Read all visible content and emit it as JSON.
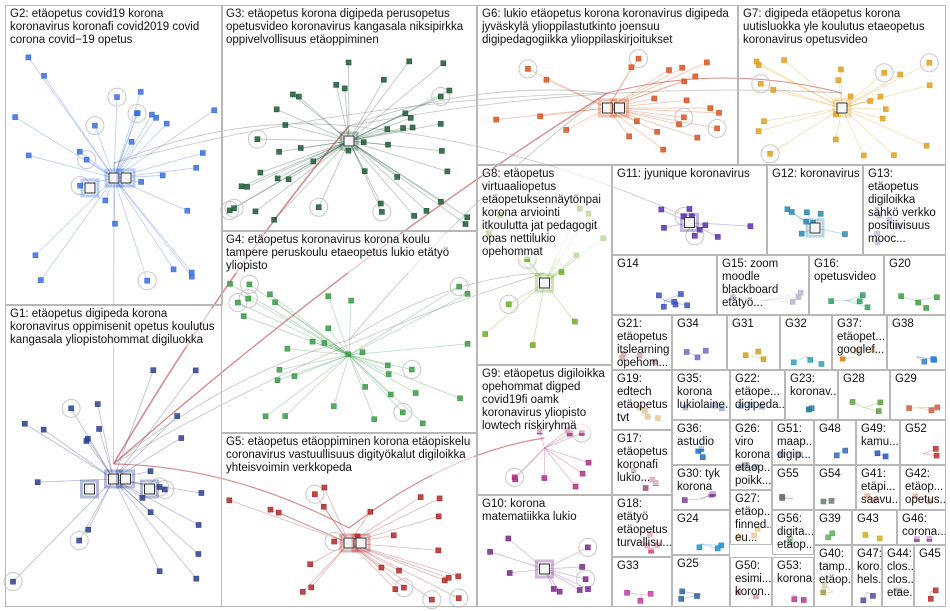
{
  "title": "",
  "groups": [
    {
      "id": "G1",
      "label": "G1: etäopetus digipeda korona koronavirus oppimisenit opetus koulutus kangasala yliopistohommat digiluokka",
      "color": "#2e3f8f",
      "nodes": 26,
      "hubs": 4
    },
    {
      "id": "G2",
      "label": "G2: etäopetus covid19 korona koronavirus koronafi covid2019 covid corona covid−19 opetus",
      "color": "#3a6fe0",
      "nodes": 30,
      "hubs": 3
    },
    {
      "id": "G3",
      "label": "G3: etäopetus korona digipeda perusopetus opetusvideo koronavirus kangasala niksipirkka oppivelvollisuus etäoppiminen",
      "color": "#1f5a36",
      "nodes": 46,
      "hubs": 1
    },
    {
      "id": "G4",
      "label": "G4: etäopetus koronavirus korona koulu tampere peruskoulu etaeopetus lukio etätyö yliopisto",
      "color": "#3c9a48",
      "nodes": 34,
      "hubs": 0
    },
    {
      "id": "G5",
      "label": "G5: etäopetus etäoppiminen korona etäopiskelu coronavirus vastuullisuus digityökalut digiloikka yhteisvoimin verkkopeda",
      "color": "#b02a2a",
      "nodes": 26,
      "hubs": 2
    },
    {
      "id": "G6",
      "label": "G6: lukio etäopetus korona koronavirus digipeda jyväskylä ylioppilastutkinto joensuu digipedagogiikka ylioppilaskirjoitukset",
      "color": "#d9531e",
      "nodes": 24,
      "hubs": 2
    },
    {
      "id": "G7",
      "label": "G7: digipeda etäopetus korona uutisluokka yle koulutus etaeopetus koronavirus opetusvideo",
      "color": "#e0a020",
      "nodes": 24,
      "hubs": 1
    },
    {
      "id": "G8",
      "label": "G8: etäopetus virtuaaliopetus etäopetuksennäytönpai korona arviointi itkoulutta jat pedagogit opas nettilukio opehommat",
      "color": "#6ab020",
      "nodes": 12,
      "hubs": 1
    },
    {
      "id": "G9",
      "label": "G9: etäopetus digiloikka opehommat digped covid19fi oamk koronavirus yliopisto lowtech riskiryhmä",
      "color": "#b03080",
      "nodes": 10,
      "hubs": 0
    },
    {
      "id": "G10",
      "label": "G10: korona matematiikka lukio",
      "color": "#7a2a8a",
      "nodes": 10,
      "hubs": 1
    },
    {
      "id": "G11",
      "label": "G11: jyunique koronavirus",
      "color": "#5a30b0",
      "nodes": 10,
      "hubs": 1
    },
    {
      "id": "G12",
      "label": "G12: koronavirus",
      "color": "#2a8ab0",
      "nodes": 8,
      "hubs": 1
    },
    {
      "id": "G13",
      "label": "G13: etäopetus digiloikka sähkö verkko positiivisuus mooc...",
      "color": "#8a6ac0",
      "nodes": 5,
      "hubs": 0
    },
    {
      "id": "G14",
      "label": "G14",
      "color": "#4050c0",
      "nodes": 6,
      "hubs": 0
    },
    {
      "id": "G15",
      "label": "G15: zoom moodle blackboard etätyö...",
      "color": "#6060a0",
      "nodes": 4,
      "hubs": 0
    },
    {
      "id": "G16",
      "label": "G16: opetusvideo",
      "color": "#30a060",
      "nodes": 4,
      "hubs": 0
    },
    {
      "id": "G17",
      "label": "G17: etäopetus koronafi lukio...",
      "color": "#a05080",
      "nodes": 4,
      "hubs": 0
    },
    {
      "id": "G18",
      "label": "G18: etätyö etäopetus turvallisu...",
      "color": "#d04070",
      "nodes": 4,
      "hubs": 0
    },
    {
      "id": "G19",
      "label": "G19: edtech etäopetus tvt",
      "color": "#c08020",
      "nodes": 4,
      "hubs": 0
    },
    {
      "id": "G20",
      "label": "G20",
      "color": "#40a040",
      "nodes": 4,
      "hubs": 0
    },
    {
      "id": "G21",
      "label": "G21: etäopetus itslearning opehom...",
      "color": "#a04040",
      "nodes": 4,
      "hubs": 0
    },
    {
      "id": "G22",
      "label": "G22: etäope... digipeda...",
      "color": "#2060c0",
      "nodes": 3,
      "hubs": 0
    },
    {
      "id": "G23",
      "label": "G23: koronav...",
      "color": "#3080a0",
      "nodes": 3,
      "hubs": 0
    },
    {
      "id": "G24",
      "label": "G24",
      "color": "#2090d0",
      "nodes": 3,
      "hubs": 0
    },
    {
      "id": "G25",
      "label": "G25",
      "color": "#3060a0",
      "nodes": 3,
      "hubs": 0
    },
    {
      "id": "G26",
      "label": "G26: viro korona etäop... poikk...",
      "color": "#203a70",
      "nodes": 3,
      "hubs": 0
    },
    {
      "id": "G27",
      "label": "G27: etäop... finned... eu...",
      "color": "#d09020",
      "nodes": 3,
      "hubs": 0
    },
    {
      "id": "G28",
      "label": "G28",
      "color": "#60a040",
      "nodes": 3,
      "hubs": 0
    },
    {
      "id": "G29",
      "label": "G29",
      "color": "#d06040",
      "nodes": 3,
      "hubs": 0
    },
    {
      "id": "G30",
      "label": "G30: tyk korona",
      "color": "#8040a0",
      "nodes": 3,
      "hubs": 0
    },
    {
      "id": "G31",
      "label": "G31",
      "color": "#d0a020",
      "nodes": 3,
      "hubs": 0
    },
    {
      "id": "G32",
      "label": "G32",
      "color": "#30a0c0",
      "nodes": 3,
      "hubs": 0
    },
    {
      "id": "G33",
      "label": "G33",
      "color": "#c040a0",
      "nodes": 3,
      "hubs": 0
    },
    {
      "id": "G34",
      "label": "G34",
      "color": "#7070c0",
      "nodes": 3,
      "hubs": 0
    },
    {
      "id": "G35",
      "label": "G35: korona lukiolaine...",
      "color": "#3050b0",
      "nodes": 3,
      "hubs": 0
    },
    {
      "id": "G36",
      "label": "G36: astudio",
      "color": "#2070c0",
      "nodes": 3,
      "hubs": 0
    },
    {
      "id": "G37",
      "label": "G37: etäopet... googlef...",
      "color": "#d08020",
      "nodes": 3,
      "hubs": 0
    },
    {
      "id": "G38",
      "label": "G38",
      "color": "#3080d0",
      "nodes": 3,
      "hubs": 0
    },
    {
      "id": "G39",
      "label": "G39",
      "color": "#60b060",
      "nodes": 2,
      "hubs": 0
    },
    {
      "id": "G40",
      "label": "G40: tamp... etäop...",
      "color": "#a0a040",
      "nodes": 2,
      "hubs": 0
    },
    {
      "id": "G41",
      "label": "G41: etäpi... saavu...",
      "color": "#d05030",
      "nodes": 2,
      "hubs": 0
    },
    {
      "id": "G42",
      "label": "G42: etäop... opetus...",
      "color": "#c06020",
      "nodes": 2,
      "hubs": 0
    },
    {
      "id": "G43",
      "label": "G43",
      "color": "#d0b020",
      "nodes": 2,
      "hubs": 0
    },
    {
      "id": "G44",
      "label": "G44: clos... clos... etae...",
      "color": "#909090",
      "nodes": 2,
      "hubs": 0
    },
    {
      "id": "G45",
      "label": "G45",
      "color": "#b03030",
      "nodes": 2,
      "hubs": 0
    },
    {
      "id": "G46",
      "label": "G46: corona... ",
      "color": "#9040a0",
      "nodes": 2,
      "hubs": 0
    },
    {
      "id": "G47",
      "label": "G47: koro... hels...",
      "color": "#5050a0",
      "nodes": 2,
      "hubs": 0
    },
    {
      "id": "G48",
      "label": "G48",
      "color": "#3070b0",
      "nodes": 2,
      "hubs": 0
    },
    {
      "id": "G49",
      "label": "G49: kamu...",
      "color": "#3050c0",
      "nodes": 2,
      "hubs": 0
    },
    {
      "id": "G50",
      "label": "G50: esimi... koron...",
      "color": "#a02050",
      "nodes": 2,
      "hubs": 0
    },
    {
      "id": "G51",
      "label": "G51: maap... digip... ",
      "color": "#2050a0",
      "nodes": 2,
      "hubs": 0
    },
    {
      "id": "G52",
      "label": "G52",
      "color": "#c03030",
      "nodes": 2,
      "hubs": 0
    },
    {
      "id": "G53",
      "label": "G53: korona",
      "color": "#b04090",
      "nodes": 2,
      "hubs": 0
    },
    {
      "id": "G54",
      "label": "G54",
      "color": "#708070",
      "nodes": 2,
      "hubs": 0
    },
    {
      "id": "G55",
      "label": "G55",
      "color": "#707070",
      "nodes": 2,
      "hubs": 0
    },
    {
      "id": "G56",
      "label": "G56: digita... etäop...",
      "color": "#40a040",
      "nodes": 2,
      "hubs": 0
    }
  ]
}
